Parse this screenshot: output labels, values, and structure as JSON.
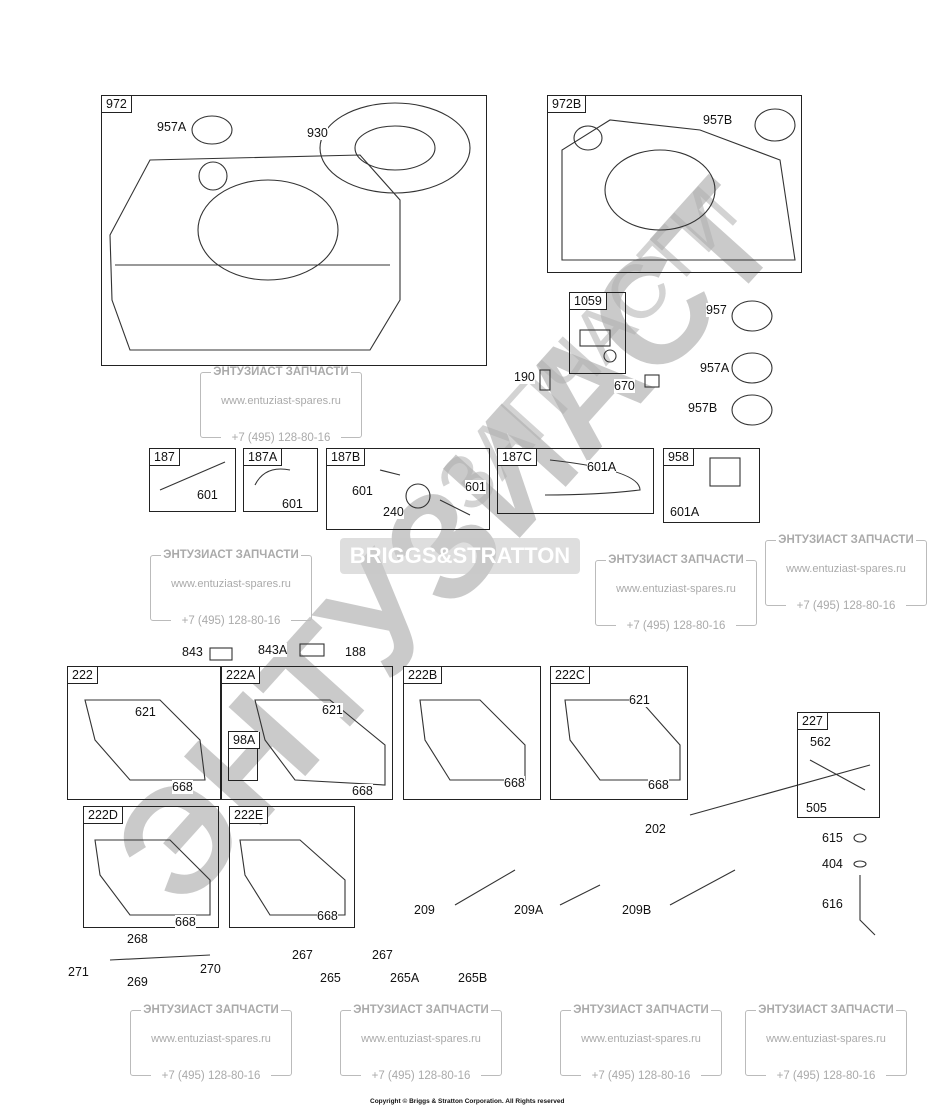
{
  "boxes": [
    "972",
    "972B",
    "1059",
    "187",
    "187A",
    "187B",
    "187C",
    "958",
    "222",
    "222A",
    "98A",
    "222B",
    "222C",
    "227",
    "222D",
    "222E"
  ],
  "callouts": [
    "957A",
    "930",
    "957B",
    "957",
    "670",
    "190",
    "957A",
    "957B",
    "601",
    "601",
    "601",
    "601",
    "240",
    "601A",
    "601A",
    "843",
    "843A",
    "188",
    "621",
    "621",
    "668",
    "668",
    "668",
    "621",
    "668",
    "562",
    "505",
    "202",
    "615",
    "404",
    "616",
    "668",
    "668",
    "209",
    "209A",
    "209B",
    "268",
    "271",
    "269",
    "270",
    "267",
    "267",
    "265",
    "265A",
    "265B"
  ],
  "watermark": {
    "title": "ЭНТУЗИАСТ ЗАПЧАСТИ",
    "url": "www.entuziast-spares.ru",
    "phone": "+7 (495) 128-80-16",
    "logo_main": "ЭНТУЗИАСТ",
    "logo_sub": "ЗАПЧАСТИ",
    "brand": "BRIGGS&STRATTON"
  },
  "footer": "Copyright © Briggs & Stratton Corporation. All Rights reserved"
}
